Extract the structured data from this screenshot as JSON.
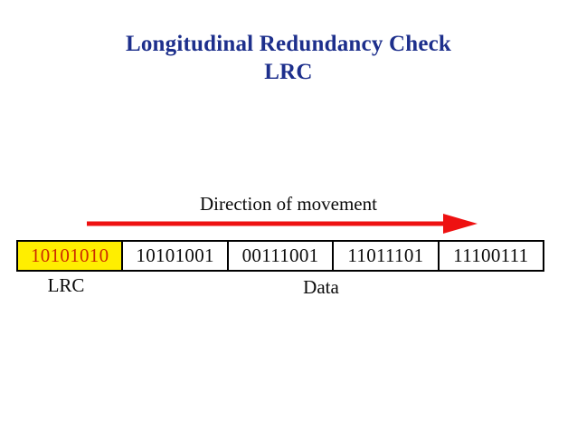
{
  "slide": {
    "background_color": "#ffffff",
    "title": {
      "color": "#1d2f8c",
      "line1": "Longitudinal Redundancy Check",
      "line2": "LRC"
    },
    "diagram": {
      "direction_label": "Direction of movement",
      "arrow": {
        "icon": "right-arrow-icon",
        "color": "#ee1111",
        "direction": "right"
      },
      "frame": {
        "border_color": "#000000",
        "cells": [
          {
            "value": "10101010",
            "role": "lrc",
            "background_color": "#ffee00",
            "text_color": "#cc2b00"
          },
          {
            "value": "10101001",
            "role": "data",
            "background_color": "#ffffff",
            "text_color": "#0a0a0a"
          },
          {
            "value": "00111001",
            "role": "data",
            "background_color": "#ffffff",
            "text_color": "#0a0a0a"
          },
          {
            "value": "11011101",
            "role": "data",
            "background_color": "#ffffff",
            "text_color": "#0a0a0a"
          },
          {
            "value": "11100111",
            "role": "data",
            "background_color": "#ffffff",
            "text_color": "#0a0a0a"
          }
        ]
      },
      "lrc_label": "LRC",
      "data_label": "Data"
    }
  }
}
